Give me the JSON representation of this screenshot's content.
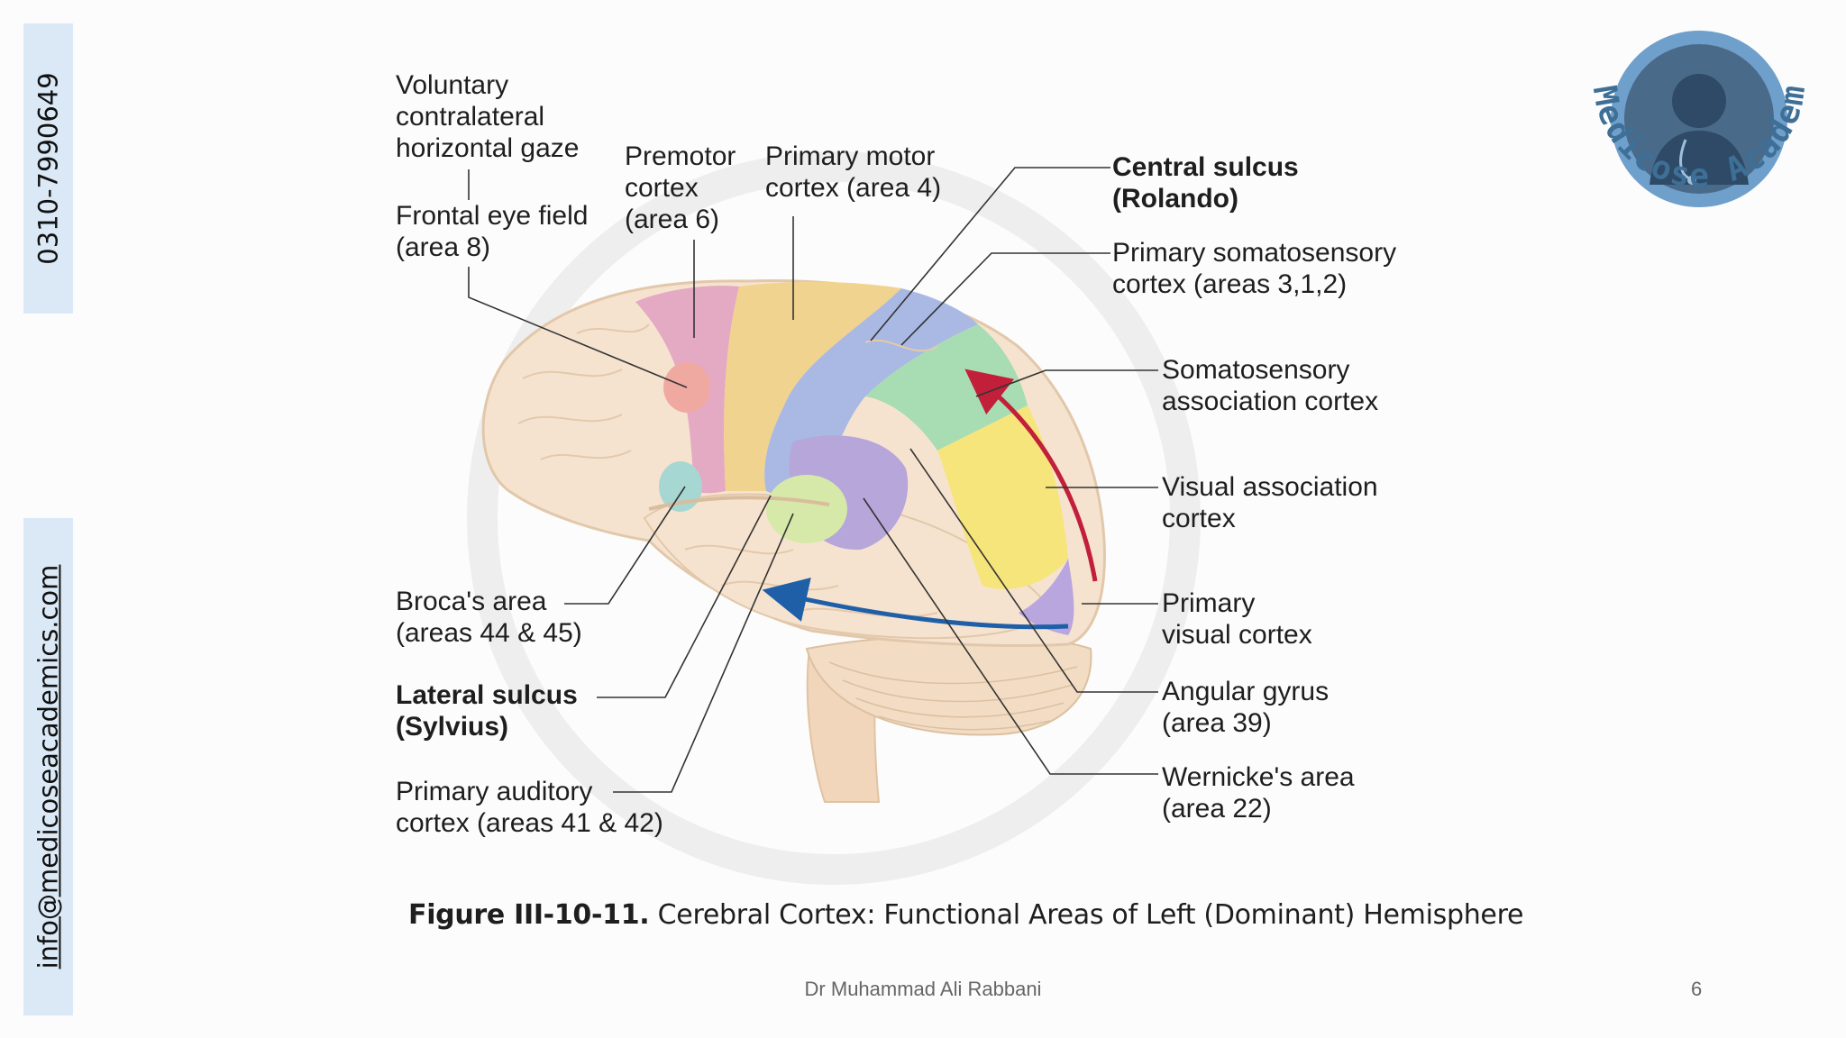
{
  "sidebar": {
    "phone": "0310-7990649",
    "email": "info@medicoseacademics.com"
  },
  "logo": {
    "text": "Medicose Academics",
    "icon": "doctor-avatar-icon"
  },
  "labels": {
    "voluntary_gaze": "Voluntary\ncontralateral\nhorizontal gaze",
    "frontal_eye_field": "Frontal eye field\n(area 8)",
    "premotor": "Premotor\ncortex\n(area 6)",
    "primary_motor": "Primary motor\ncortex (area 4)",
    "central_sulcus": "Central sulcus\n(Rolando)",
    "primary_somatosensory": "Primary somatosensory\ncortex (areas 3,1,2)",
    "somatosensory_association": "Somatosensory\nassociation cortex",
    "visual_association": "Visual association\ncortex",
    "primary_visual": "Primary\nvisual cortex",
    "angular_gyrus": "Angular gyrus\n(area 39)",
    "wernicke": "Wernicke's area\n(area 22)",
    "broca": "Broca's area\n(areas 44 & 45)",
    "lateral_sulcus": "Lateral sulcus\n(Sylvius)",
    "primary_auditory": "Primary auditory\ncortex (areas 41 & 42)"
  },
  "caption": {
    "figure_number": "Figure III-10-11.",
    "text": "Cerebral Cortex: Functional Areas of Left (Dominant) Hemisphere"
  },
  "footer": {
    "author": "Dr Muhammad Ali Rabbani",
    "page": "6"
  },
  "colors": {
    "cortex_base": "#f6e3cf",
    "premotor": "#e4a9c3",
    "motor": "#f0d38f",
    "somatosensory": "#a9b9e4",
    "somatosensory_assoc": "#a8dcb2",
    "visual_assoc": "#f6e57a",
    "visual_primary": "#b9a6de",
    "frontal_eye": "#f0a9a0",
    "broca": "#a7d7d3",
    "wernicke": "#b7a6da",
    "auditory": "#d6e9a8",
    "red_arrow": "#c21f3a",
    "blue_arrow": "#1e5fa8"
  }
}
